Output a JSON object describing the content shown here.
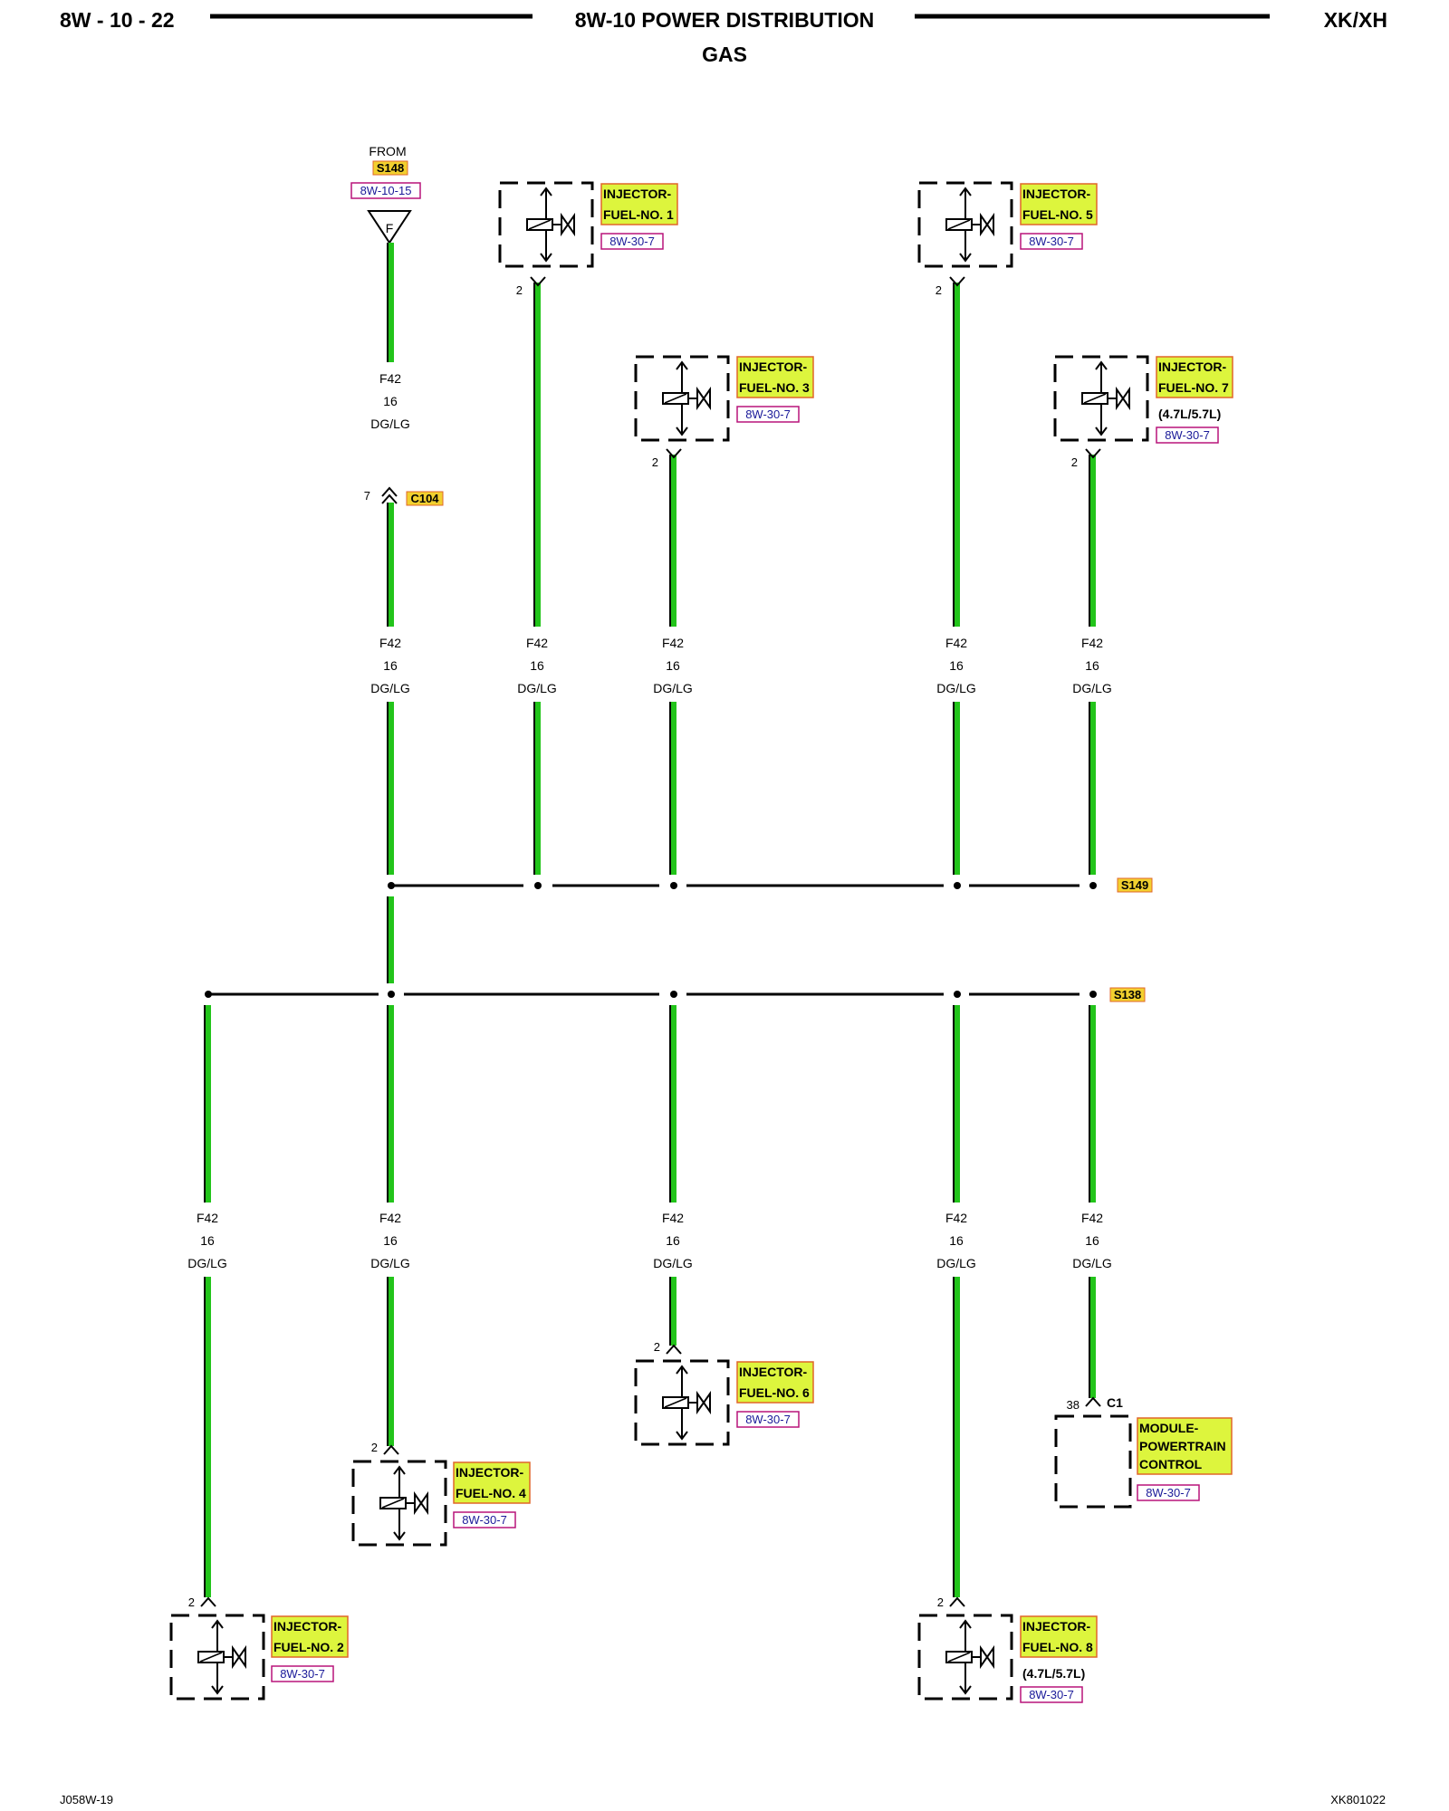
{
  "header": {
    "page_number": "8W - 10 - 22",
    "title": "8W-10 POWER DISTRIBUTION",
    "subtitle": "GAS",
    "model": "XK/XH"
  },
  "footer": {
    "left_code": "J058W-19",
    "right_code": "XK801022"
  },
  "colors": {
    "wire": "#22c41a",
    "label_fill": "#ddf53d",
    "label_border": "#e0672a",
    "ref_border": "#b8147a",
    "ref_text": "#1a1a99",
    "splice_fill": "#f2d02f"
  },
  "source": {
    "from": "FROM",
    "splice": "S148",
    "ref": "8W-10-15",
    "symbol": "F"
  },
  "connector_c104": {
    "pin": "7",
    "name": "C104"
  },
  "wire": {
    "circuit": "F42",
    "gauge": "16",
    "color": "DG/LG"
  },
  "splices": {
    "upper": "S149",
    "lower": "S138"
  },
  "injectors": [
    {
      "line1": "INJECTOR-",
      "line2": "FUEL-NO. 1",
      "engine": "",
      "ref": "8W-30-7",
      "pin": "2"
    },
    {
      "line1": "INJECTOR-",
      "line2": "FUEL-NO. 3",
      "engine": "",
      "ref": "8W-30-7",
      "pin": "2"
    },
    {
      "line1": "INJECTOR-",
      "line2": "FUEL-NO. 5",
      "engine": "",
      "ref": "8W-30-7",
      "pin": "2"
    },
    {
      "line1": "INJECTOR-",
      "line2": "FUEL-NO. 7",
      "engine": "(4.7L/5.7L)",
      "ref": "8W-30-7",
      "pin": "2"
    },
    {
      "line1": "INJECTOR-",
      "line2": "FUEL-NO. 2",
      "engine": "",
      "ref": "8W-30-7",
      "pin": "2"
    },
    {
      "line1": "INJECTOR-",
      "line2": "FUEL-NO. 4",
      "engine": "",
      "ref": "8W-30-7",
      "pin": "2"
    },
    {
      "line1": "INJECTOR-",
      "line2": "FUEL-NO. 6",
      "engine": "",
      "ref": "8W-30-7",
      "pin": "2"
    },
    {
      "line1": "INJECTOR-",
      "line2": "FUEL-NO. 8",
      "engine": "(4.7L/5.7L)",
      "ref": "8W-30-7",
      "pin": "2"
    }
  ],
  "pcm": {
    "line1": "MODULE-",
    "line2": "POWERTRAIN",
    "line3": "CONTROL",
    "ref": "8W-30-7",
    "pin": "38",
    "connector": "C1"
  }
}
